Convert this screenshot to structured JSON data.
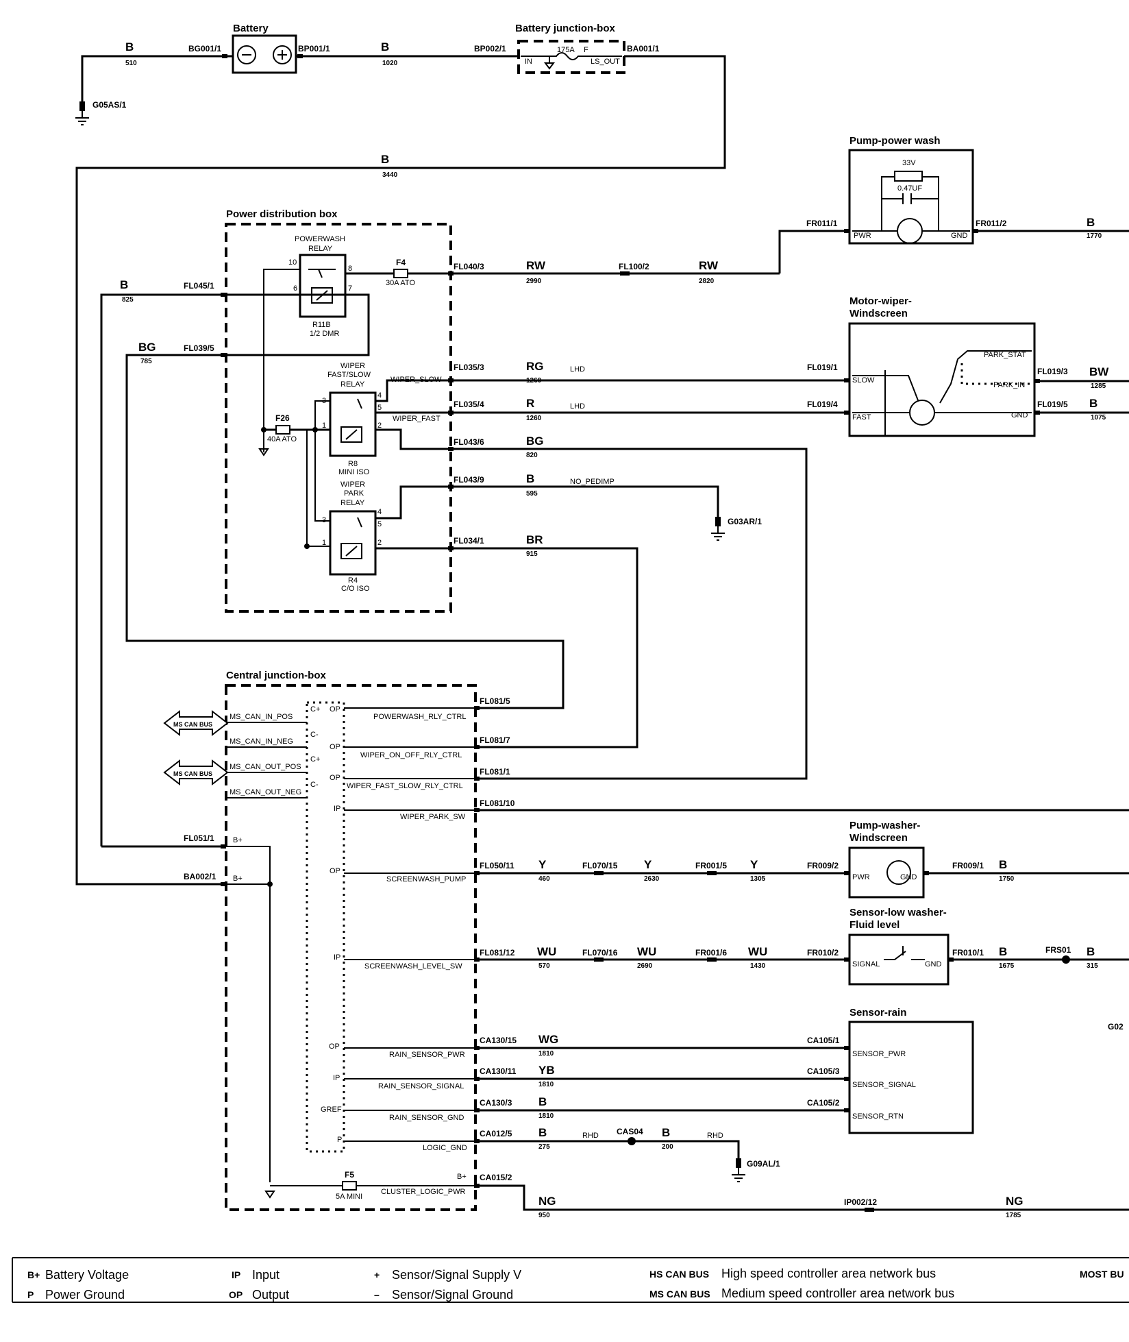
{
  "components": {
    "battery": "Battery",
    "battery_jb": "Battery junction-box",
    "pump_power_wash": "Pump-power wash",
    "pdb": "Power distribution box",
    "motor_wiper_1": "Motor-wiper-",
    "motor_wiper_2": "Windscreen",
    "cjb": "Central junction-box",
    "pump_washer_1": "Pump-washer-",
    "pump_washer_2": "Windscreen",
    "sensor_low_1": "Sensor-low washer-",
    "sensor_low_2": "Fluid level",
    "sensor_rain": "Sensor-rain"
  },
  "relays": {
    "powerwash_1": "POWERWASH",
    "powerwash_2": "RELAY",
    "r11b": "R11B",
    "r11b_type": "1/2 DMR",
    "fastslow_1": "WIPER",
    "fastslow_2": "FAST/SLOW",
    "fastslow_3": "RELAY",
    "r8": "R8",
    "r8_type": "MINI ISO",
    "park_1": "WIPER",
    "park_2": "PARK",
    "park_3": "RELAY",
    "r4": "R4",
    "r4_type": "C/O ISO"
  },
  "fuses": {
    "f4": "F4",
    "f4_rating": "30A ATO",
    "f26": "F26",
    "f26_rating": "40A ATO",
    "f5": "F5",
    "f5_rating": "5A MINI",
    "main": "175A",
    "main_f": "F"
  },
  "connectors": {
    "bg001": "BG001/1",
    "bp001": "BP001/1",
    "bp002": "BP002/1",
    "ba001": "BA001/1",
    "g05as": "G05AS/1",
    "fl045": "FL045/1",
    "fl039": "FL039/5",
    "fl040": "FL040/3",
    "fl100": "FL100/2",
    "fr011_1": "FR011/1",
    "fr011_2": "FR011/2",
    "fl035_3": "FL035/3",
    "fl035_4": "FL035/4",
    "fl019_1": "FL019/1",
    "fl019_4": "FL019/4",
    "fl019_3": "FL019/3",
    "fl019_5": "FL019/5",
    "fl043_6": "FL043/6",
    "fl043_9": "FL043/9",
    "g03ar": "G03AR/1",
    "fl034": "FL034/1",
    "fl081_5": "FL081/5",
    "fl081_7": "FL081/7",
    "fl081_1": "FL081/1",
    "fl081_10": "FL081/10",
    "fl051": "FL051/1",
    "ba002": "BA002/1",
    "fl050": "FL050/11",
    "fl070_15": "FL070/15",
    "fr001_5": "FR001/5",
    "fr009_2": "FR009/2",
    "fr009_1": "FR009/1",
    "fl081_12": "FL081/12",
    "fl070_16": "FL070/16",
    "fr001_6": "FR001/6",
    "fr010_2": "FR010/2",
    "fr010_1": "FR010/1",
    "frs01": "FRS01",
    "ca130_15": "CA130/15",
    "ca105_1": "CA105/1",
    "ca130_11": "CA130/11",
    "ca105_3": "CA105/3",
    "ca130_3": "CA130/3",
    "ca105_2": "CA105/2",
    "ca012": "CA012/5",
    "cas04": "CAS04",
    "g09al": "G09AL/1",
    "ca015": "CA015/2",
    "ip002": "IP002/12",
    "g02": "G02"
  },
  "wires": {
    "w510": {
      "c": "B",
      "n": "510"
    },
    "w1020": {
      "c": "B",
      "n": "1020"
    },
    "w3440": {
      "c": "B",
      "n": "3440"
    },
    "w825": {
      "c": "B",
      "n": "825"
    },
    "w785": {
      "c": "BG",
      "n": "785"
    },
    "w2990": {
      "c": "RW",
      "n": "2990"
    },
    "w2820": {
      "c": "RW",
      "n": "2820"
    },
    "w1770": {
      "c": "B",
      "n": "1770"
    },
    "w1260a": {
      "c": "RG",
      "n": "1260"
    },
    "w1260b": {
      "c": "R",
      "n": "1260"
    },
    "w1285": {
      "c": "BW",
      "n": "1285"
    },
    "w1075": {
      "c": "B",
      "n": "1075"
    },
    "w820": {
      "c": "BG",
      "n": "820"
    },
    "w595": {
      "c": "B",
      "n": "595"
    },
    "w915": {
      "c": "BR",
      "n": "915"
    },
    "w460": {
      "c": "Y",
      "n": "460"
    },
    "w2630": {
      "c": "Y",
      "n": "2630"
    },
    "w1305": {
      "c": "Y",
      "n": "1305"
    },
    "w1750": {
      "c": "B",
      "n": "1750"
    },
    "w570": {
      "c": "WU",
      "n": "570"
    },
    "w2690": {
      "c": "WU",
      "n": "2690"
    },
    "w1430": {
      "c": "WU",
      "n": "1430"
    },
    "w1675": {
      "c": "B",
      "n": "1675"
    },
    "w315": {
      "c": "B",
      "n": "315"
    },
    "w1810a": {
      "c": "WG",
      "n": "1810"
    },
    "w1810b": {
      "c": "YB",
      "n": "1810"
    },
    "w1810c": {
      "c": "B",
      "n": "1810"
    },
    "w275": {
      "c": "B",
      "n": "275"
    },
    "w200": {
      "c": "B",
      "n": "200"
    },
    "w950": {
      "c": "NG",
      "n": "950"
    },
    "w1785": {
      "c": "NG",
      "n": "1785"
    }
  },
  "annotations": {
    "lhd": "LHD",
    "rhd": "RHD",
    "no_pedimp": "NO_PEDIMP",
    "wiper_slow": "WIPER_SLOW",
    "wiper_fast": "WIPER_FAST",
    "bplus": "B+"
  },
  "pins": {
    "in": "IN",
    "ls_out": "LS_OUT",
    "pwr": "PWR",
    "gnd": "GND",
    "slow": "SLOW",
    "fast": "FAST",
    "park_stat": "PARK_STAT",
    "park_in": "PARK_IN",
    "signal": "SIGNAL",
    "sensor_pwr": "SENSOR_PWR",
    "sensor_signal": "SENSOR_SIGNAL",
    "sensor_rtn": "SENSOR_RTN",
    "cap_v": "33V",
    "cap_uf": "0.47UF"
  },
  "cjb_signals": {
    "ms_can_in_pos": "MS_CAN_IN_POS",
    "ms_can_in_neg": "MS_CAN_IN_NEG",
    "ms_can_out_pos": "MS_CAN_OUT_POS",
    "ms_can_out_neg": "MS_CAN_OUT_NEG",
    "cplus": "C+",
    "cminus": "C-",
    "op": "OP",
    "ip": "IP",
    "gref": "GREF",
    "p": "P",
    "bplus": "B+",
    "powerwash_rly_ctrl": "POWERWASH_RLY_CTRL",
    "wiper_on_off_rly_ctrl": "WIPER_ON_OFF_RLY_CTRL",
    "wiper_fast_slow_rly_ctrl": "WIPER_FAST_SLOW_RLY_CTRL",
    "wiper_park_sw": "WIPER_PARK_SW",
    "screenwash_pump": "SCREENWASH_PUMP",
    "screenwash_level_sw": "SCREENWASH_LEVEL_SW",
    "rain_sensor_pwr": "RAIN_SENSOR_PWR",
    "rain_sensor_signal": "RAIN_SENSOR_SIGNAL",
    "rain_sensor_gnd": "RAIN_SENSOR_GND",
    "logic_gnd": "LOGIC_GND",
    "cluster_logic_pwr": "CLUSTER_LOGIC_PWR",
    "ms_can_bus": "MS CAN BUS"
  },
  "legend": {
    "bplus_key": "B+",
    "bplus_text": "Battery Voltage",
    "p_key": "P",
    "p_text": "Power Ground",
    "ip_key": "IP",
    "ip_text": "Input",
    "op_key": "OP",
    "op_text": "Output",
    "plus_key": "+",
    "plus_text": "Sensor/Signal Supply V",
    "minus_key": "–",
    "minus_text": "Sensor/Signal Ground",
    "hs_key": "HS CAN BUS",
    "hs_text": "High speed controller area network bus",
    "ms_key": "MS CAN BUS",
    "ms_text": "Medium speed controller area network bus",
    "most_key": "MOST BU"
  }
}
